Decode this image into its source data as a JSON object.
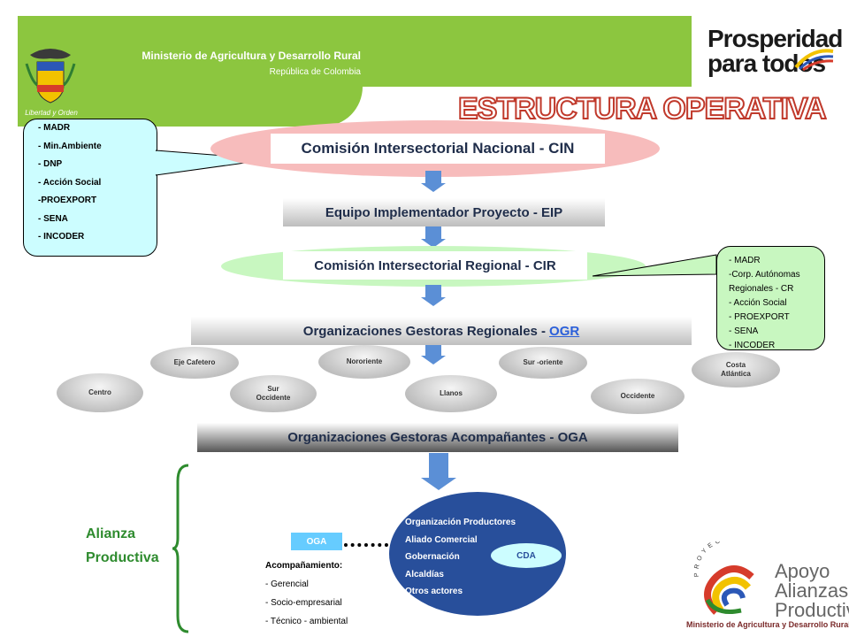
{
  "header": {
    "ministry": "Ministerio de Agricultura y Desarrollo Rural",
    "republic": "República de Colombia",
    "motto": "Libertad y Orden"
  },
  "brand": {
    "line1": "Prosperidad",
    "line2": "para todos"
  },
  "title": "ESTRUCTURA OPERATIVA",
  "levels": {
    "cin": "Comisión Intersectorial Nacional - CIN",
    "eip": "Equipo Implementador Proyecto - EIP",
    "cir": "Comisión Intersectorial Regional - CIR",
    "ogr": "Organizaciones Gestoras Regionales -",
    "ogr_link": "OGR",
    "oga": "Organizaciones Gestoras Acompañantes - OGA"
  },
  "callout_national": [
    "- MADR",
    "- Min.Ambiente",
    "- DNP",
    "- Acción Social",
    "-PROEXPORT",
    "- SENA",
    "- INCODER"
  ],
  "callout_regional": [
    "- MADR",
    "-Corp. Autónomas",
    "Regionales - CR",
    "- Acción  Social",
    "- PROEXPORT",
    "-  SENA",
    "- INCODER"
  ],
  "regions": {
    "eje": "Eje Cafetero",
    "nororiente": "Nororiente",
    "suroriente": "Sur -oriente",
    "costa1": "Costa",
    "costa2": "Atlántica",
    "centro": "Centro",
    "suroccidente1": "Sur",
    "suroccidente2": "Occidente",
    "llanos": "Llanos",
    "occidente": "Occidente"
  },
  "alianza": {
    "line1": "Alianza",
    "line2": "Productiva"
  },
  "alliance_members": [
    "Organización Productores",
    "Aliado Comercial",
    "Gobernación",
    "Alcaldías",
    "Otros actores"
  ],
  "cda": "CDA",
  "oga_small": "OGA",
  "acompanamiento": {
    "heading": "Acompañamiento:",
    "items": [
      "- Gerencial",
      "- Socio-empresarial",
      "- Técnico - ambiental"
    ]
  },
  "apoyo_logo": {
    "proyecto": "PROYECTO",
    "line1": "Apoyo",
    "line2": "Alianzas",
    "line3": "Productivas",
    "footer": "Ministerio de Agricultura y Desarrollo Rural"
  },
  "colors": {
    "header_green": "#8cc63f",
    "title_red": "#c0392b",
    "arrow_blue": "#5b8fd6",
    "alliance_blue": "#284f9b"
  }
}
